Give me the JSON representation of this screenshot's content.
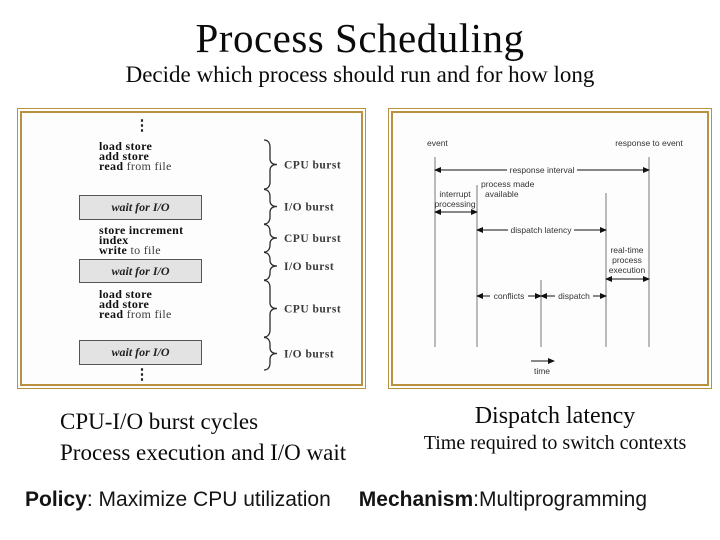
{
  "slide": {
    "title": "Process Scheduling",
    "subtitle": "Decide which process should run and for how long"
  },
  "colors": {
    "panel_border": "#b8923f",
    "wait_box_bg": "#e3e3e3",
    "wait_box_border": "#555555",
    "diagram_gray": "#777777"
  },
  "left_panel": {
    "ellipsis": "⋮",
    "code1": [
      {
        "bold": "load store",
        "rest": ""
      },
      {
        "bold": "add store",
        "rest": ""
      },
      {
        "bold": "read",
        "rest": " from file"
      }
    ],
    "wait_label": "wait for I/O",
    "code2": [
      {
        "bold": "store increment",
        "rest": ""
      },
      {
        "bold": "index",
        "rest": ""
      },
      {
        "bold": "write",
        "rest": " to file"
      }
    ],
    "code3": [
      {
        "bold": "load store",
        "rest": ""
      },
      {
        "bold": "add store",
        "rest": ""
      },
      {
        "bold": "read",
        "rest": " from file"
      }
    ],
    "braces": [
      {
        "label": "CPU burst"
      },
      {
        "label": "I/O burst"
      },
      {
        "label": "CPU burst"
      },
      {
        "label": "I/O burst"
      },
      {
        "label": "CPU burst"
      },
      {
        "label": "I/O burst"
      }
    ]
  },
  "right_panel": {
    "event": "event",
    "response_to_event": "response to event",
    "response_interval": "response interval",
    "interrupt1": "interrupt",
    "interrupt2": "processing",
    "process_made1": "process made",
    "process_made2": "available",
    "dispatch_latency": "dispatch latency",
    "realtime1": "real-time",
    "realtime2": "process",
    "realtime3": "execution",
    "conflicts": "conflicts",
    "dispatch": "dispatch",
    "time": "time"
  },
  "captions": {
    "left1": "CPU-I/O burst cycles",
    "left2": "Process execution and I/O wait",
    "right1": "Dispatch latency",
    "right2": "Time required to switch contexts"
  },
  "footer": {
    "policy_label": "Policy",
    "policy_rest": ": Maximize CPU utilization",
    "mechanism_label": "Mechanism",
    "mechanism_rest": ":Multiprogramming"
  }
}
